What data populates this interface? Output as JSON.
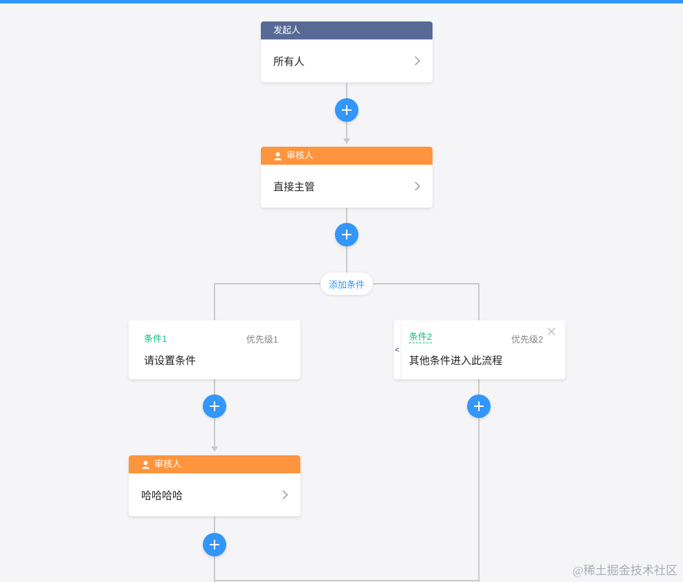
{
  "start_node": {
    "header": "发起人",
    "content": "所有人"
  },
  "approver_node_1": {
    "header": "审核人",
    "content": "直接主管"
  },
  "branch": {
    "add_condition_label": "添加条件",
    "conditions": [
      {
        "title": "条件1",
        "priority": "优先级1",
        "content": "请设置条件"
      },
      {
        "title": "条件2",
        "priority": "优先级2",
        "content": "其他条件进入此流程",
        "left_arrow": "<"
      }
    ]
  },
  "approver_node_2": {
    "header": "审核人",
    "content": "哈哈哈哈"
  },
  "watermark": "@稀土掘金技术社区",
  "colors": {
    "accent": "#3296fa",
    "start_header": "#576a95",
    "approver_header": "#ff943e",
    "condition_title": "#15bc83",
    "connector": "#cacaca",
    "background": "#f5f5f7"
  },
  "icons": [
    "plus-icon",
    "chevron-right-icon",
    "user-icon",
    "close-icon"
  ]
}
